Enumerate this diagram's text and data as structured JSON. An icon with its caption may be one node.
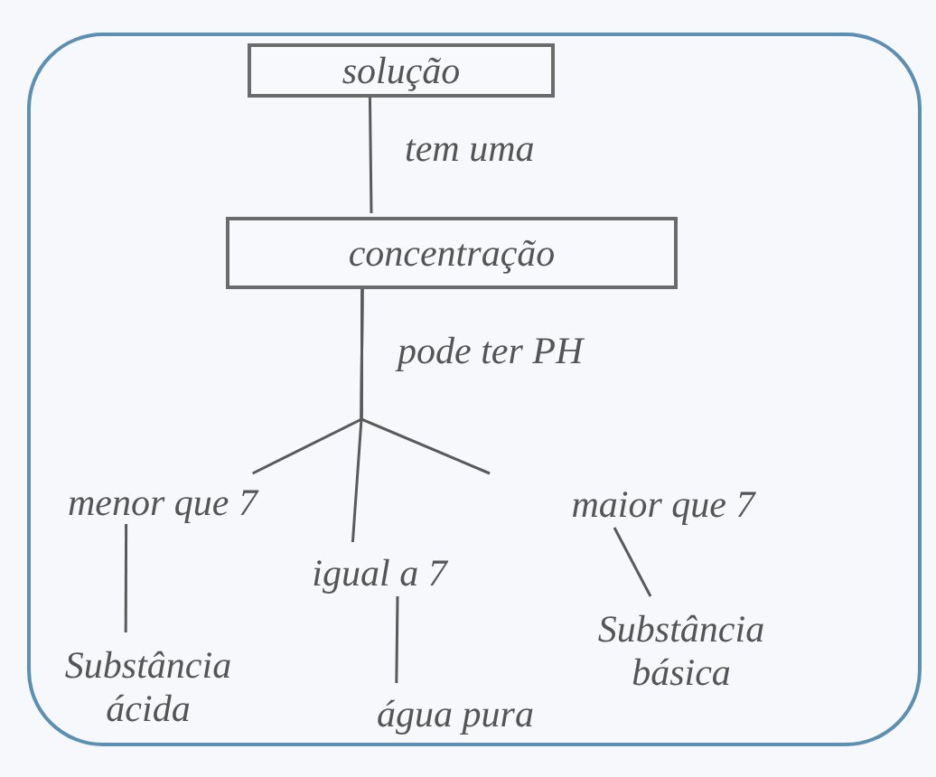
{
  "diagram": {
    "nodes": [
      {
        "text": [],
        "shape": "box"
      },
      {
        "text": [
          "solução"
        ],
        "in": 0
      },
      {
        "text": [
          "concentração"
        ],
        "in": 0
      },
      {
        "text": [
          "menor que 7"
        ],
        "in": 0
      },
      {
        "text": [
          "igual a 7"
        ],
        "in": 0
      },
      {
        "text": [
          "maior que 7"
        ],
        "in": 0
      },
      {
        "text": [
          "Substância ácida"
        ],
        "in": 0
      },
      {
        "text": [
          "água pura"
        ],
        "in": 0
      },
      {
        "text": [
          "Substância básica"
        ],
        "in": 0
      }
    ],
    "edges": [
      {
        "from": 1,
        "to": 2,
        "arrow": "none",
        "label": "tem uma"
      },
      {
        "from": 2,
        "to": 3,
        "arrow": "none"
      },
      {
        "from": 2,
        "to": 4,
        "arrow": "none",
        "label": "pode ter PH"
      },
      {
        "from": 2,
        "to": 5,
        "arrow": "none"
      },
      {
        "from": 3,
        "to": 6,
        "arrow": "none"
      },
      {
        "from": 4,
        "to": 7,
        "arrow": "none"
      },
      {
        "from": 5,
        "to": 8,
        "arrow": "none"
      }
    ]
  }
}
